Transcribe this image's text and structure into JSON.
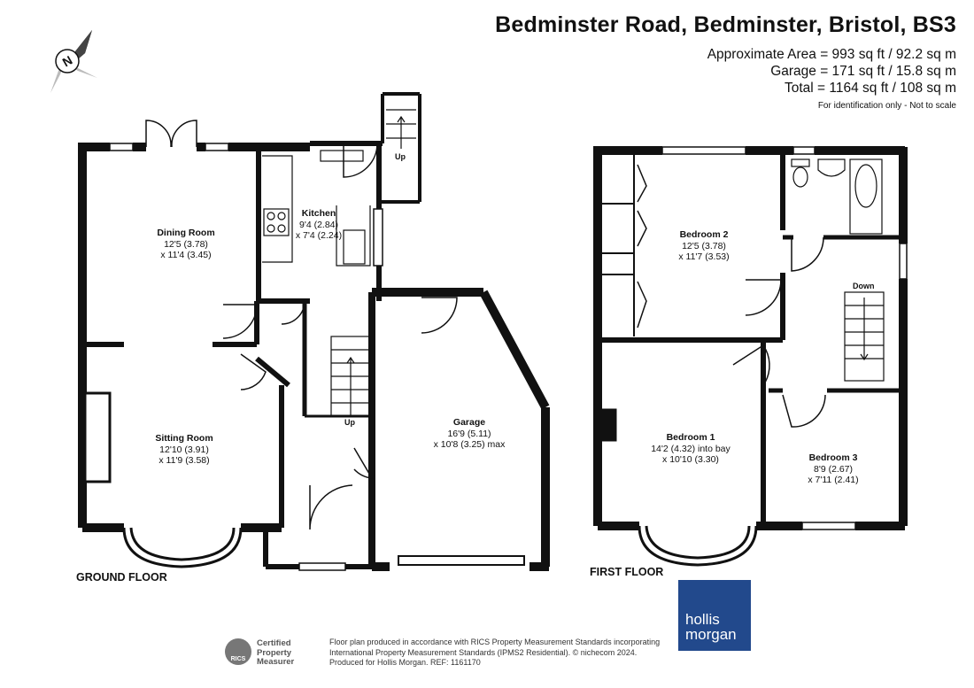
{
  "header": {
    "address": "Bedminster Road, Bedminster, Bristol, BS3",
    "area_lines": [
      "Approximate Area = 993 sq ft / 92.2 sq m",
      "Garage = 171 sq ft / 15.8 sq m",
      "Total = 1164 sq ft / 108 sq m"
    ],
    "note": "For identification only - Not to scale"
  },
  "compass": {
    "letter": "N",
    "icon": "compass-rose-icon"
  },
  "floors": {
    "ground": {
      "label": "GROUND FLOOR"
    },
    "first": {
      "label": "FIRST FLOOR"
    }
  },
  "rooms": {
    "dining": {
      "name": "Dining Room",
      "dim1": "12'5 (3.78)",
      "dim2": "x 11'4 (3.45)"
    },
    "kitchen": {
      "name": "Kitchen",
      "dim1": "9'4 (2.84)",
      "dim2": "x 7'4 (2.24)"
    },
    "sitting": {
      "name": "Sitting Room",
      "dim1": "12'10 (3.91)",
      "dim2": "x 11'9 (3.58)"
    },
    "garage": {
      "name": "Garage",
      "dim1": "16'9 (5.11)",
      "dim2": "x 10'8 (3.25) max"
    },
    "bed2": {
      "name": "Bedroom 2",
      "dim1": "12'5 (3.78)",
      "dim2": "x 11'7 (3.53)"
    },
    "bed1": {
      "name": "Bedroom 1",
      "dim1": "14'2 (4.32) into bay",
      "dim2": "x 10'10 (3.30)"
    },
    "bed3": {
      "name": "Bedroom 3",
      "dim1": "8'9 (2.67)",
      "dim2": "x 7'11 (2.41)"
    }
  },
  "stairs": {
    "up_top": "Up",
    "up_ground": "Up",
    "down_first": "Down"
  },
  "footer": {
    "rics_mark": "RICS",
    "rics_badge": [
      "Certified",
      "Property",
      "Measurer"
    ],
    "disclaimer_lines": [
      "Floor plan produced in accordance with RICS Property Measurement Standards incorporating",
      "International Property Measurement Standards (IPMS2 Residential).  © nichecom 2024.",
      "Produced for Hollis Morgan.   REF:  1161170"
    ],
    "logo_line1": "hollis",
    "logo_line2": "morgan"
  },
  "colors": {
    "wall": "#111111",
    "logo_bg": "#22498c",
    "text": "#111111"
  }
}
